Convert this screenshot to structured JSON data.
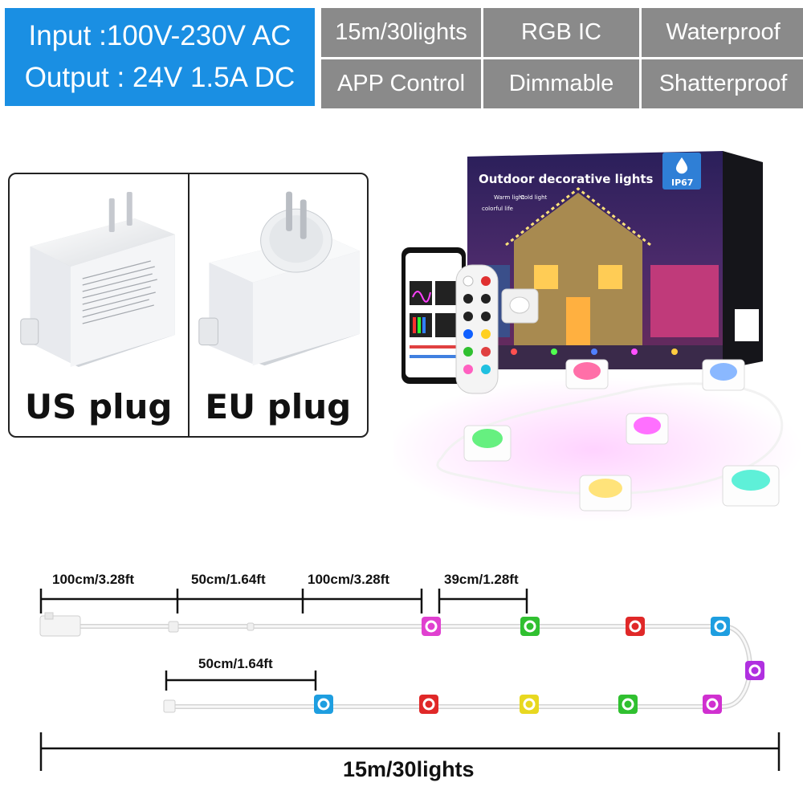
{
  "specs": {
    "input": "Input :100V-230V AC",
    "output": "Output : 24V 1.5A DC",
    "features": [
      "15m/30lights",
      "RGB IC",
      "Waterproof",
      "APP Control",
      "Dimmable",
      "Shatterproof"
    ]
  },
  "plugs": {
    "us_label": "US plug",
    "eu_label": "EU plug"
  },
  "box": {
    "title": "Outdoor decorative lights",
    "rating": "IP67",
    "warm": "Warm light",
    "cold": "Cold light",
    "colorful": "colorful life"
  },
  "dimensions": {
    "seg1": "100cm/3.28ft",
    "seg2": "50cm/1.64ft",
    "seg3": "100cm/3.28ft",
    "seg4": "39cm/1.28ft",
    "seg5": "50cm/1.64ft",
    "total": "15m/30lights"
  },
  "colors": {
    "spec_blue": "#1a8fe3",
    "spec_gray": "#8a8a8a",
    "light_top_row": [
      "#e040d0",
      "#30c030",
      "#e02828",
      "#1e9ee0"
    ],
    "light_turn": "#b030e0",
    "light_bottom_row": [
      "#1e9ee0",
      "#e02828",
      "#e8d820",
      "#30c030",
      "#d030d0"
    ]
  }
}
